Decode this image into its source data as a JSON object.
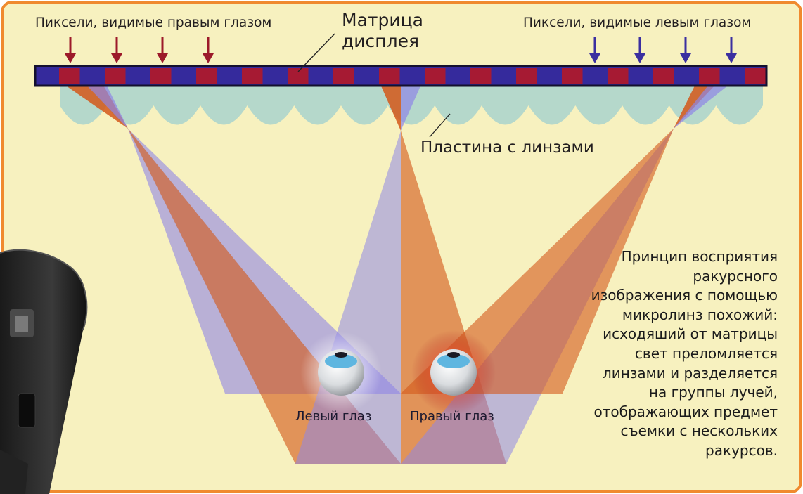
{
  "labels": {
    "right_eye_pixels": "Пиксели, видимые правым глазом",
    "left_eye_pixels": "Пиксели, видимые левым глазом",
    "display_matrix_line1": "Матрица",
    "display_matrix_line2": "дисплея",
    "lens_plate": "Пластина с линзами",
    "left_eye": "Левый глаз",
    "right_eye": "Правый глаз"
  },
  "caption_lines": [
    "Принцип восприятия",
    "ракурсного",
    "изображения с помощью",
    "микролинз похожий:",
    "исходяший от матрицы",
    "свет преломляется",
    "линзами и разделяется",
    "на группы лучей,",
    "отображающих предмет",
    "съемки с нескольких",
    "ракурсов."
  ],
  "colors": {
    "background": "#f7f1bf",
    "frame": "#f08a2e",
    "pixel_red": "#a61a33",
    "pixel_blue": "#352a9c",
    "lens": "#a9d3cc",
    "beam_orange": "#d4581a",
    "beam_violet": "#8f86e6",
    "arrow_red": "#9c1a2a",
    "arrow_blue": "#3b2fa0",
    "iris": "#5fb6e0"
  }
}
